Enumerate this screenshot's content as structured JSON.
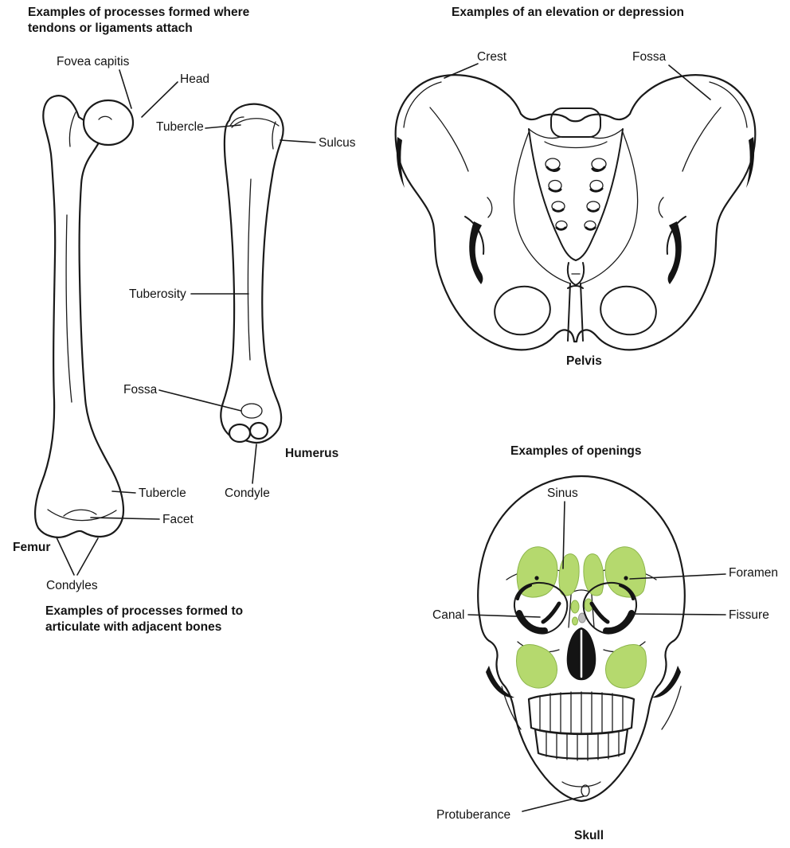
{
  "colors": {
    "ink": "#1a1a1a",
    "sinus_green": "#b5d96e",
    "canal_gray": "#bcbcbc",
    "background": "#ffffff"
  },
  "headings": {
    "tendons": "Examples of processes formed where tendons or ligaments attach",
    "elevation": "Examples of an elevation or depression",
    "articulate": "Examples of processes formed to articulate with adjacent bones",
    "openings": "Examples of openings"
  },
  "bones": {
    "femur": "Femur",
    "humerus": "Humerus",
    "pelvis": "Pelvis",
    "skull": "Skull"
  },
  "labels": {
    "fovea_capitis": "Fovea capitis",
    "head": "Head",
    "tubercle_humerus": "Tubercle",
    "sulcus": "Sulcus",
    "tuberosity": "Tuberosity",
    "fossa_humerus": "Fossa",
    "condyle": "Condyle",
    "tubercle_femur": "Tubercle",
    "facet": "Facet",
    "condyles": "Condyles",
    "crest": "Crest",
    "fossa_pelvis": "Fossa",
    "sinus": "Sinus",
    "foramen": "Foramen",
    "canal": "Canal",
    "fissure": "Fissure",
    "protuberance": "Protuberance"
  }
}
